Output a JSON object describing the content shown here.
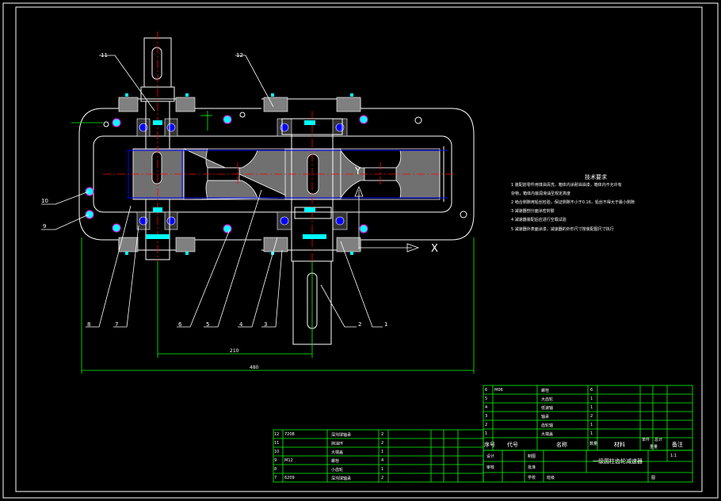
{
  "colors": {
    "background": "#000000",
    "outline": "#ffffff",
    "dimension": "#00ff00",
    "centerline": "#ff0000",
    "mesh": "#0000ff",
    "hatch": "#808080",
    "bolt": "#00ffff",
    "magenta": "#ff00ff"
  },
  "callouts": {
    "c11": "11",
    "c12": "12",
    "c10": "10",
    "c9": "9",
    "c8": "8",
    "c7": "7",
    "c6": "6",
    "c5": "5",
    "c4": "4",
    "c3": "3",
    "c2": "2",
    "c1": "1"
  },
  "dimensions": {
    "center_distance": "210",
    "overall_length": "480",
    "axis_x": "X",
    "axis_y": "Y"
  },
  "tech_requirements": {
    "title": "技术要求",
    "lines": [
      "1  装配前零件用煤油清洗，箱体内涂耐油油漆，箱体内不允许有",
      "   杂物，箱体内装润滑油至规定高度",
      "2  啮合侧隙用铅丝检验，保证侧隙不小于0.16，铅丝不得大于最小侧隙",
      "3  减速器剖分面涂密封胶",
      "4  减速器装配后应进行空载试验",
      "5  减速器外表面涂漆，减速器的外形尺寸按装配图尺寸执行"
    ]
  },
  "parts_upper": [
    {
      "no": "6",
      "code": "M06",
      "name": "螺栓",
      "qty": "6"
    },
    {
      "no": "5",
      "code": "",
      "name": "大齿轮",
      "qty": "1"
    },
    {
      "no": "4",
      "code": "",
      "name": "低速轴",
      "qty": "1"
    },
    {
      "no": "3",
      "code": "",
      "name": "轴承",
      "qty": "2"
    },
    {
      "no": "2",
      "code": "",
      "name": "齿轮轴",
      "qty": "1"
    },
    {
      "no": "1",
      "code": "",
      "name": "大端盖",
      "qty": "1"
    }
  ],
  "parts_header": {
    "no": "序号",
    "code": "代号",
    "name": "名称",
    "qty": "数量",
    "material": "材料",
    "unit_weight": "单件",
    "total_weight": "总计",
    "weight": "重量",
    "remark": "备注"
  },
  "parts_lower": [
    {
      "no": "12",
      "code": "7208",
      "name": "深沟球轴承",
      "qty": "2"
    },
    {
      "no": "11",
      "code": "",
      "name": "挡油环",
      "qty": "2"
    },
    {
      "no": "10",
      "code": "",
      "name": "大端盖",
      "qty": "1"
    },
    {
      "no": "9",
      "code": "M12",
      "name": "螺栓",
      "qty": "4"
    },
    {
      "no": "8",
      "code": "",
      "name": "小齿轮",
      "qty": "1"
    },
    {
      "no": "7",
      "code": "6209",
      "name": "深沟球轴承",
      "qty": "2"
    }
  ],
  "title_block": {
    "design": "设计",
    "check": "审核",
    "drawn": "制图",
    "approve": "批准",
    "school": "学校",
    "class": "班级",
    "title": "一级圆柱齿轮减速器",
    "scale": "1:1",
    "sheet": "图"
  }
}
